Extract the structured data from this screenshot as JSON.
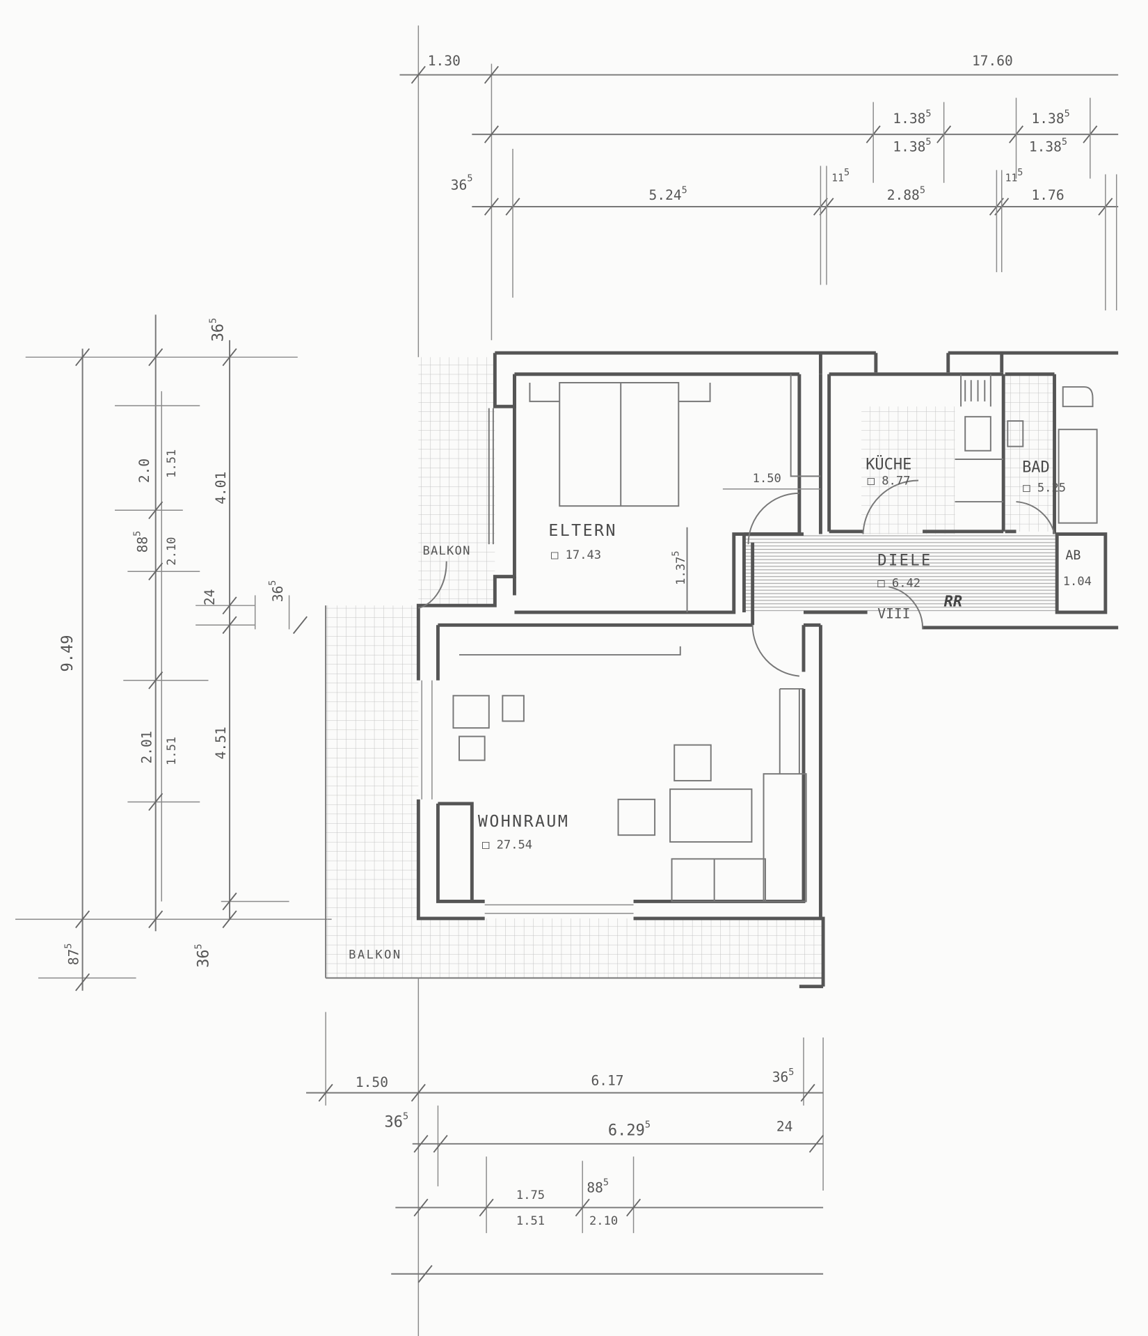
{
  "title": "Grundriss Wohnung",
  "rooms": [
    {
      "name": "ELTERN",
      "area": "□ 17.43"
    },
    {
      "name": "KÜCHE",
      "area": "□ 8.77"
    },
    {
      "name": "BAD",
      "area": "□ 5.25"
    },
    {
      "name": "DIELE",
      "area": "□ 6.42"
    },
    {
      "name": "AB",
      "area": "1.04"
    },
    {
      "name": "WOHNRAUM",
      "area": "□ 27.54"
    },
    {
      "name": "BALKON",
      "area": ""
    },
    {
      "name": "BALKON",
      "area": ""
    }
  ],
  "marks": {
    "viii": "VIII",
    "rr": "RR",
    "door_width": "1.50",
    "eltern_depth": "1.37",
    "eltern_depth_sup": "5"
  },
  "top_dims": {
    "d1": "1.30",
    "total": "17.60",
    "w1a": "1.38",
    "w1b": "1.38",
    "w2a": "1.38",
    "w2b": "1.38",
    "sup5": "5",
    "wall": "36",
    "room1": "5.24",
    "wall2": "11",
    "room2": "2.88",
    "wall3": "11",
    "room3": "1.76"
  },
  "left_dims": {
    "total": "9.49",
    "bottom": "87",
    "h1": "2.0",
    "h2": "88",
    "h3": "2.01",
    "w1": "1.51",
    "w2": "2.10",
    "w3": "1.51",
    "top_wall": "36",
    "r1": "4.01",
    "mid": "24",
    "mid_wall": "36",
    "r2": "4.51",
    "bottom_wall": "36"
  },
  "bottom_dims": {
    "balkon": "1.50",
    "room": "6.17",
    "wall_r": "36",
    "wall_l": "36",
    "inner": "6.29",
    "inner_r": "24",
    "win1a": "1.75",
    "win1b": "1.51",
    "win2a": "88",
    "win2b": "2.10"
  }
}
